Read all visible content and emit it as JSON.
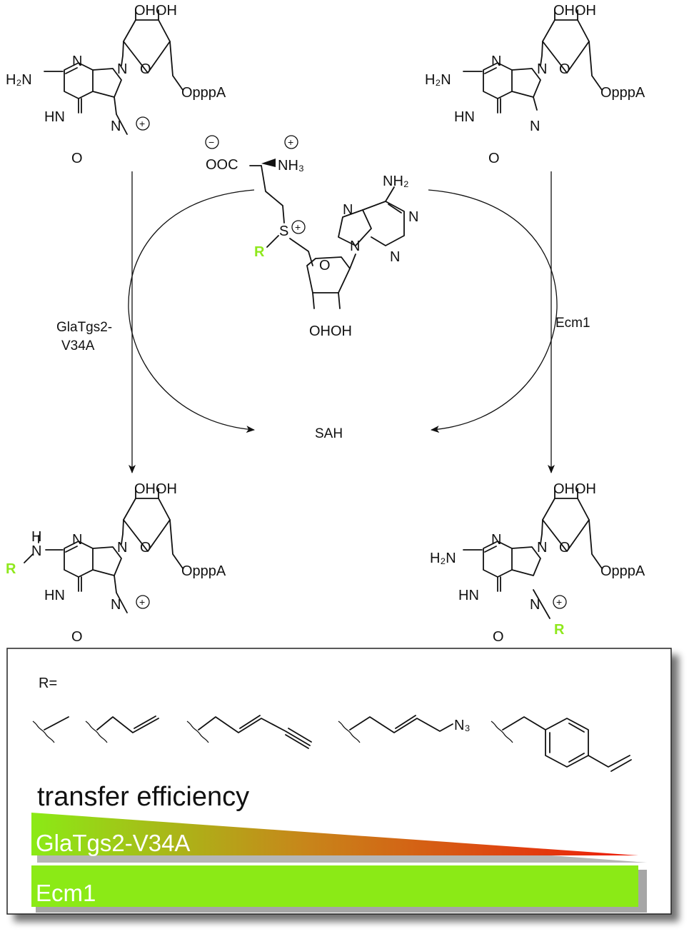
{
  "labels": {
    "oppa": "OpppA",
    "ohoh": "OHOH",
    "h2n": "H₂N",
    "hn": "HN",
    "n": "N",
    "o": "O",
    "nh2": "NH₂",
    "nh3": "NH₃",
    "ooc": "OOC",
    "s": "S",
    "r": "R",
    "h": "H",
    "plus": "+",
    "minus": "−",
    "n3": "N₃"
  },
  "conditions": {
    "left_enzyme_line1": "GlaTgs2-",
    "left_enzyme_line2": "V34A",
    "right_enzyme": "Ecm1",
    "byproduct": "SAH"
  },
  "panel": {
    "r_equals": "R=",
    "efficiency_title": "transfer efficiency",
    "bar1_label": "GlaTgs2-V34A",
    "bar2_label": "Ecm1",
    "green": "#8bea16",
    "red": "#ee1b0a"
  }
}
